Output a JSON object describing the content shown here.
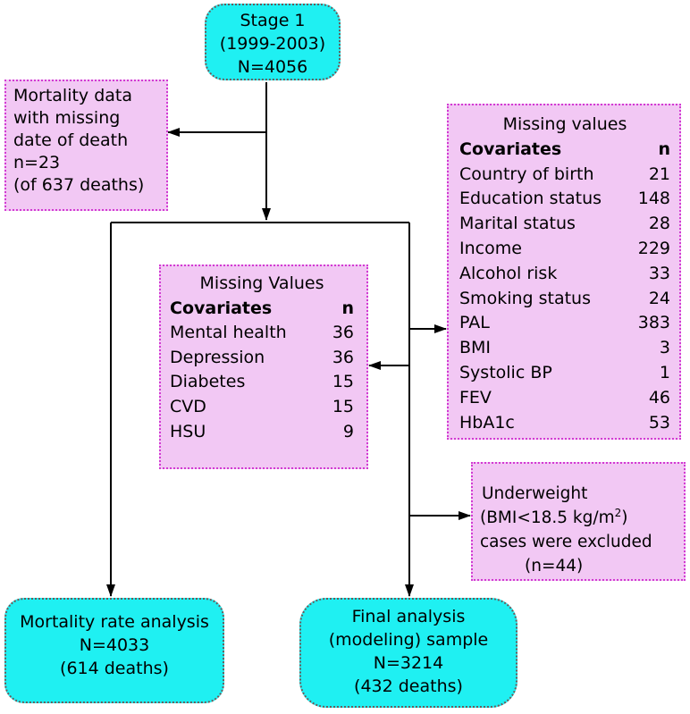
{
  "stage1": {
    "line1": "Stage 1",
    "line2": "(1999-2003)",
    "line3": "N=4056"
  },
  "missing_death_date": {
    "lines": [
      "Mortality data",
      "with missing",
      "date of death",
      "n=23",
      "(of 637 deaths)"
    ]
  },
  "missing_values_right": {
    "title": "Missing values",
    "header_covariate": "Covariates",
    "header_n": "n",
    "rows": [
      {
        "label": "Country of birth",
        "n": "21"
      },
      {
        "label": "Education status",
        "n": "148"
      },
      {
        "label": "Marital status",
        "n": "28"
      },
      {
        "label": "Income",
        "n": "229"
      },
      {
        "label": "Alcohol risk",
        "n": "33"
      },
      {
        "label": "Smoking status",
        "n": "24"
      },
      {
        "label": "PAL",
        "n": "383"
      },
      {
        "label": "BMI",
        "n": "3"
      },
      {
        "label": "Systolic BP",
        "n": "1"
      },
      {
        "label": "FEV",
        "n": "46"
      },
      {
        "label": "HbA1c",
        "n": "53"
      }
    ]
  },
  "missing_values_center": {
    "title": "Missing Values",
    "header_covariate": "Covariates",
    "header_n": "n",
    "rows": [
      {
        "label": "Mental health",
        "n": "36"
      },
      {
        "label": "Depression",
        "n": "36"
      },
      {
        "label": "Diabetes",
        "n": "15"
      },
      {
        "label": "CVD",
        "n": "15"
      },
      {
        "label": "HSU",
        "n": "9"
      }
    ]
  },
  "underweight": {
    "line1": "Underweight",
    "line2_pre": "(BMI<18.5 kg/m",
    "line2_sup": "2",
    "line2_post": ")",
    "line3": "cases were excluded",
    "line4": "(n=44)"
  },
  "mortality_rate": {
    "line1": "Mortality rate analysis",
    "line2": "N=4033",
    "line3": "(614 deaths)"
  },
  "final_analysis": {
    "line1": "Final analysis",
    "line2": "(modeling) sample",
    "line3": "N=3214",
    "line4": "(432 deaths)"
  },
  "colors": {
    "terminal_fill": "#1ff0f2",
    "note_fill": "#f2c8f4",
    "note_border": "#d23ad2",
    "arrow": "#000000"
  }
}
